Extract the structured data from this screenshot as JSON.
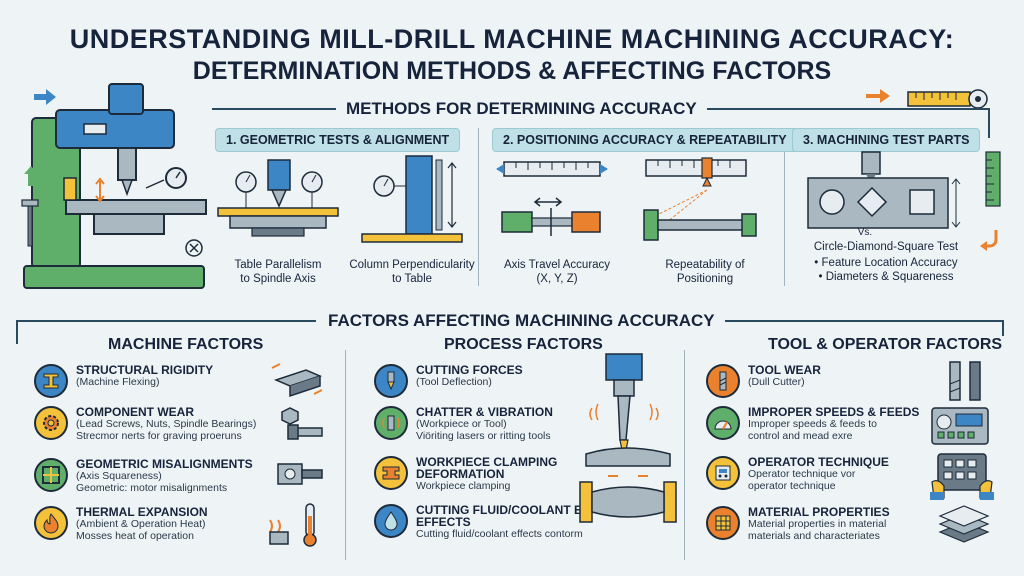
{
  "title": {
    "line1": "UNDERSTANDING MILL-DRILL MACHINE MACHINING ACCURACY:",
    "line2": "DETERMINATION METHODS & AFFECTING FACTORS"
  },
  "methods": {
    "heading": "METHODS FOR DETERMINING ACCURACY",
    "m1": {
      "label": "1. GEOMETRIC TESTS & ALIGNMENT",
      "cap1a": "Table Parallelism",
      "cap1b": "to Spindle Axis",
      "cap2a": "Column Perpendicularity",
      "cap2b": "to Table"
    },
    "m2": {
      "label": "2. POSITIONING ACCURACY & REPEATABILITY",
      "cap1a": "Axis Travel Accuracy",
      "cap1b": "(X, Y, Z)",
      "cap2a": "Repeatability of",
      "cap2b": "Positioning"
    },
    "m3": {
      "label": "3. MACHINING TEST PARTS",
      "vs": "Vs.",
      "cap1": "Circle-Diamond-Square Test",
      "cap2": "• Feature Location Accuracy",
      "cap3": "• Diameters & Squareness"
    }
  },
  "factors": {
    "heading": "FACTORS AFFECTING MACHINING ACCURACY",
    "machine": {
      "title": "MACHINE FACTORS",
      "items": [
        {
          "h": "STRUCTURAL RIGIDITY",
          "s1": "(Machine Flexing)",
          "s2": ""
        },
        {
          "h": "COMPONENT WEAR",
          "s1": "(Lead Screws, Nuts, Spindle Bearings)",
          "s2": "Strecmor nerts for graving proeruns"
        },
        {
          "h": "GEOMETRIC MISALIGNMENTS",
          "s1": "(Axis Squareness)",
          "s2": "Geometric: motor misalignments"
        },
        {
          "h": "THERMAL EXPANSION",
          "s1": "(Ambient & Operation Heat)",
          "s2": "Mosses heat of operation"
        }
      ]
    },
    "process": {
      "title": "PROCESS FACTORS",
      "items": [
        {
          "h": "CUTTING FORCES",
          "s1": "(Tool Deflection)",
          "s2": ""
        },
        {
          "h": "CHATTER & VIBRATION",
          "s1": "(Workpiece or Tool)",
          "s2": "Viöriting lasers or ritting tools"
        },
        {
          "h": "WORKPIECE CLAMPING",
          "h2": "DEFORMATION",
          "s1": "Workpiece clamping",
          "s2": ""
        },
        {
          "h": "CUTTING FLUID/COOLANT EFFECTS",
          "h2": "EFFECTS",
          "s1": "Cutting fluid/coolant effects contorm",
          "s2": ""
        }
      ]
    },
    "tool": {
      "title": "TOOL & OPERATOR FACTORS",
      "items": [
        {
          "h": "TOOL WEAR",
          "s1": "(Dull Cutter)",
          "s2": ""
        },
        {
          "h": "IMPROPER SPEEDS & FEEDS",
          "s1": "Improper speeds & feeds to",
          "s2": "control and mead exre"
        },
        {
          "h": "OPERATOR TECHNIQUE",
          "s1": "Operator technique vor",
          "s2": "operator technique"
        },
        {
          "h": "MATERIAL PROPERTIES",
          "s1": "Material properties in material",
          "s2": "materials and characteriates"
        }
      ]
    }
  },
  "colors": {
    "accent_blue": "#3d86c6",
    "accent_green": "#5fae6a",
    "accent_orange": "#e9812f",
    "accent_yellow": "#f3c13a",
    "pill_bg": "#bfe0e6"
  }
}
